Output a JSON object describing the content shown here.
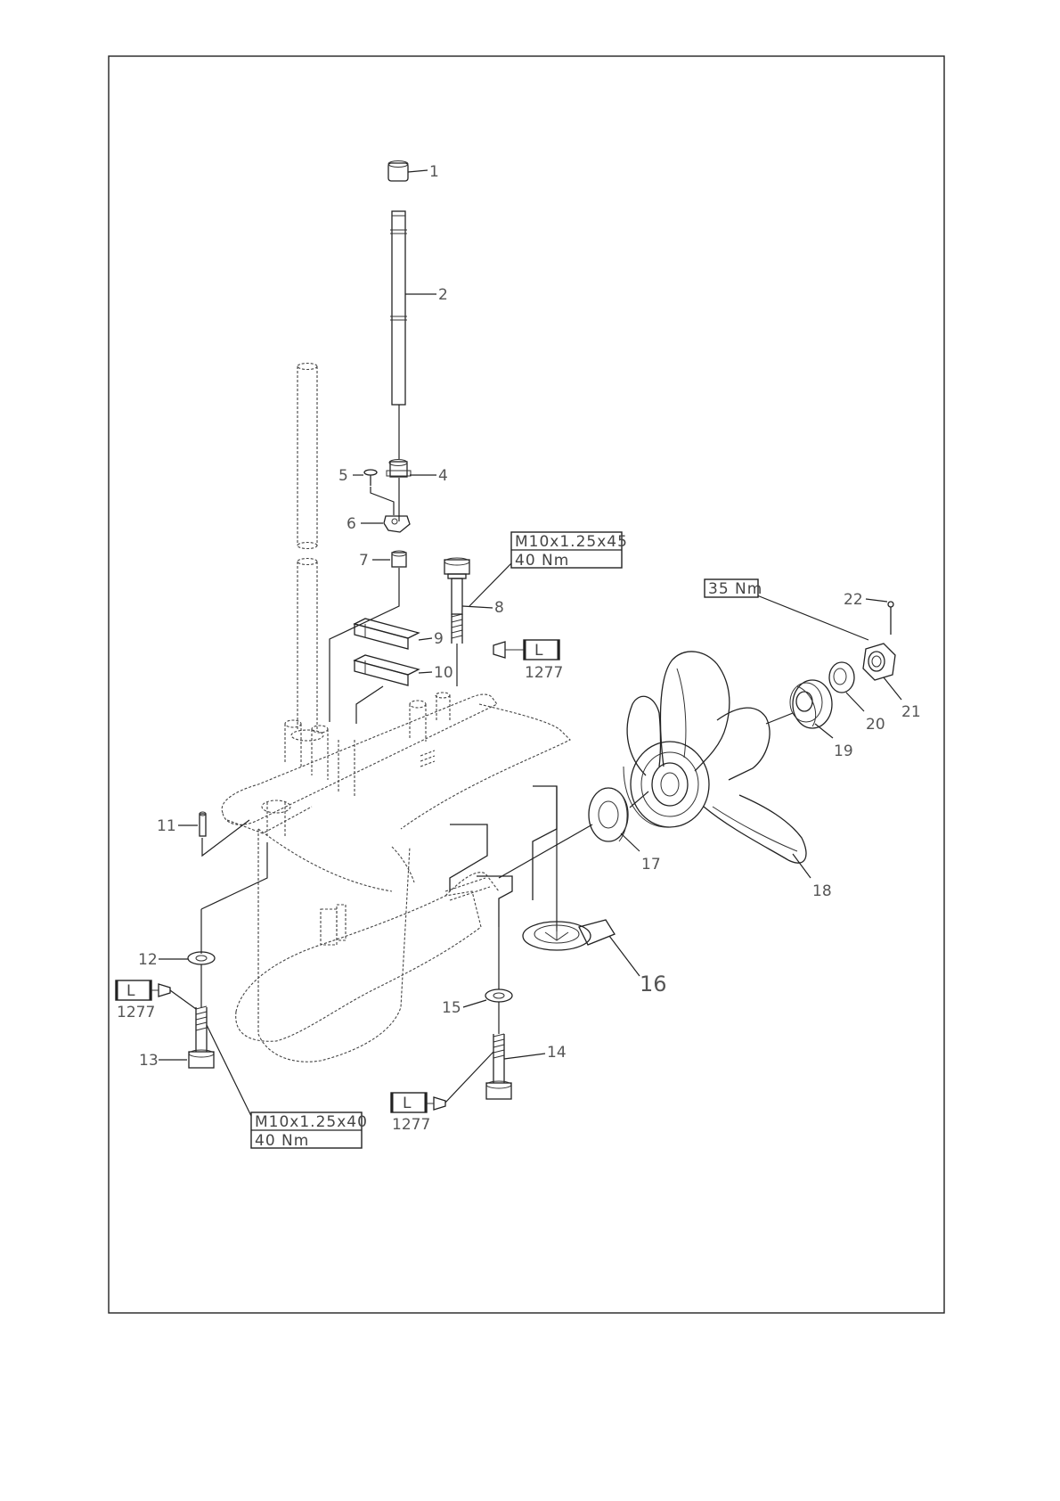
{
  "parts": {
    "p1": "1",
    "p2": "2",
    "p4": "4",
    "p5": "5",
    "p6": "6",
    "p7": "7",
    "p8": "8",
    "p9": "9",
    "p10": "10",
    "p11": "11",
    "p12": "12",
    "p13": "13",
    "p14": "14",
    "p15": "15",
    "p16": "16",
    "p17": "17",
    "p18": "18",
    "p19": "19",
    "p20": "20",
    "p21": "21",
    "p22": "22"
  },
  "specs": {
    "bolt_upper_size": "M10x1.25x45",
    "bolt_upper_torque": "40 Nm",
    "bolt_lower_size": "M10x1.25x40",
    "bolt_lower_torque": "40 Nm",
    "nut_torque": "35 Nm"
  },
  "compound": {
    "letter": "L",
    "code": "1277"
  }
}
